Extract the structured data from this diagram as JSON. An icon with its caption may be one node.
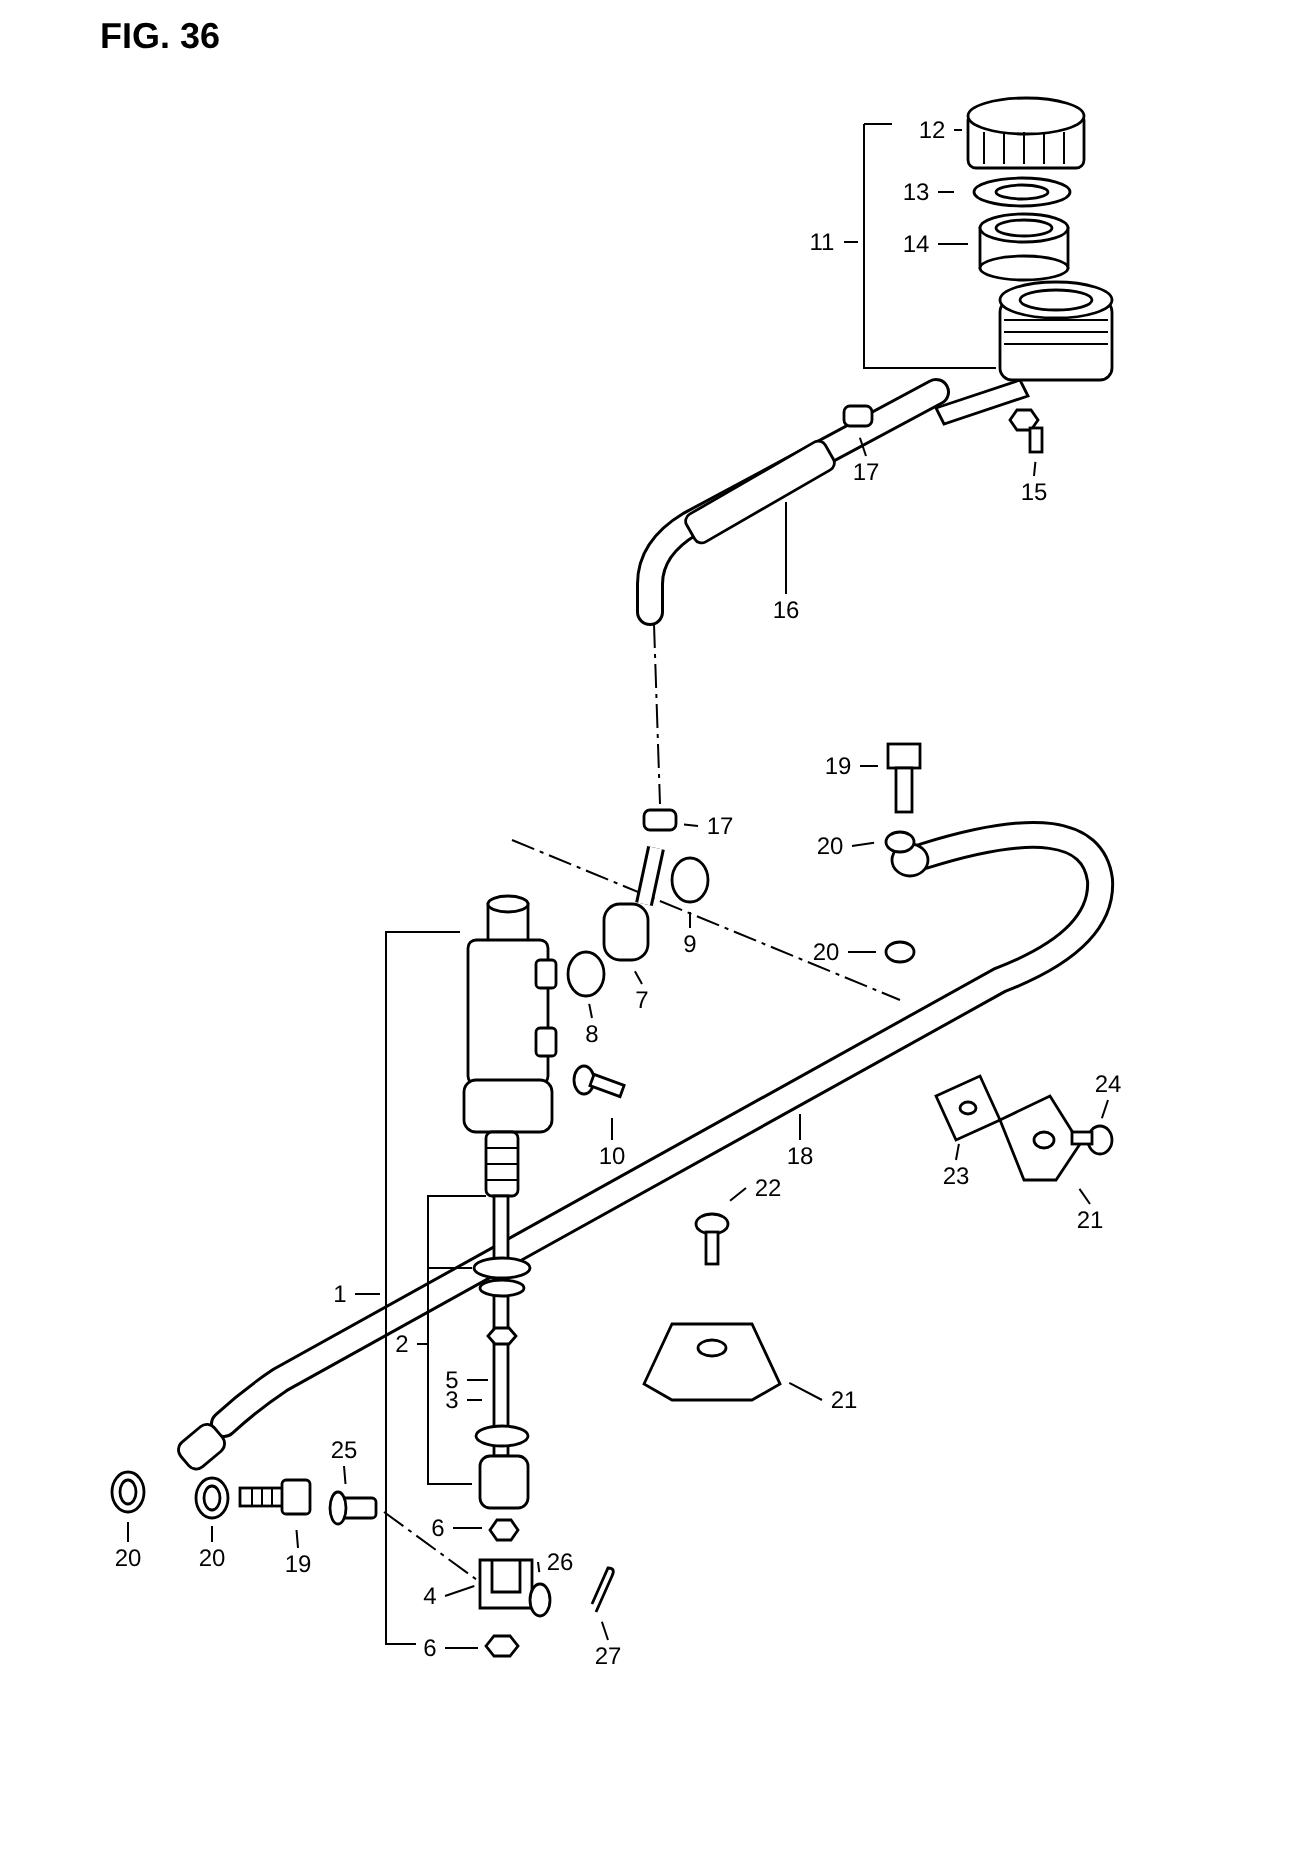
{
  "diagram": {
    "title": "FIG. 36",
    "nodes": [
      {
        "text": [
          "12"
        ]
      },
      {
        "text": [
          "13"
        ]
      },
      {
        "text": [
          "11"
        ]
      },
      {
        "text": [
          "14"
        ]
      },
      {
        "text": [
          "17"
        ]
      },
      {
        "text": [
          "15"
        ]
      },
      {
        "text": [
          "16"
        ]
      },
      {
        "text": [
          "19"
        ]
      },
      {
        "text": [
          "17"
        ]
      },
      {
        "text": [
          "20"
        ]
      },
      {
        "text": [
          "9"
        ]
      },
      {
        "text": [
          "7"
        ]
      },
      {
        "text": [
          "20"
        ]
      },
      {
        "text": [
          "8"
        ]
      },
      {
        "text": [
          "10"
        ]
      },
      {
        "text": [
          "18"
        ]
      },
      {
        "text": [
          "24"
        ]
      },
      {
        "text": [
          "23"
        ]
      },
      {
        "text": [
          "21"
        ]
      },
      {
        "text": [
          "22"
        ]
      },
      {
        "text": [
          "1"
        ]
      },
      {
        "text": [
          "21"
        ]
      },
      {
        "text": [
          "2"
        ]
      },
      {
        "text": [
          "5"
        ]
      },
      {
        "text": [
          "25"
        ]
      },
      {
        "text": [
          "3"
        ]
      },
      {
        "text": [
          "6"
        ]
      },
      {
        "text": [
          "20"
        ]
      },
      {
        "text": [
          "20"
        ]
      },
      {
        "text": [
          "19"
        ]
      },
      {
        "text": [
          "26"
        ]
      },
      {
        "text": [
          "4"
        ]
      },
      {
        "text": [
          "27"
        ]
      },
      {
        "text": [
          "6"
        ]
      }
    ],
    "edges": [
      {
        "from": 0,
        "to": null,
        "arrow": "none"
      },
      {
        "from": 1,
        "to": null,
        "arrow": "none"
      },
      {
        "from": 2,
        "to": null,
        "arrow": "none"
      },
      {
        "from": 3,
        "to": null,
        "arrow": "none"
      },
      {
        "from": 4,
        "to": null,
        "arrow": "none"
      },
      {
        "from": 5,
        "to": null,
        "arrow": "none"
      },
      {
        "from": 6,
        "to": null,
        "arrow": "none"
      },
      {
        "from": 7,
        "to": null,
        "arrow": "none"
      },
      {
        "from": 8,
        "to": null,
        "arrow": "none"
      },
      {
        "from": 9,
        "to": null,
        "arrow": "none"
      },
      {
        "from": 10,
        "to": null,
        "arrow": "none"
      },
      {
        "from": 11,
        "to": null,
        "arrow": "none"
      },
      {
        "from": 12,
        "to": null,
        "arrow": "none"
      },
      {
        "from": 13,
        "to": null,
        "arrow": "none"
      },
      {
        "from": 14,
        "to": null,
        "arrow": "none"
      },
      {
        "from": 15,
        "to": null,
        "arrow": "none"
      },
      {
        "from": 16,
        "to": null,
        "arrow": "none"
      },
      {
        "from": 17,
        "to": null,
        "arrow": "none"
      },
      {
        "from": 18,
        "to": null,
        "arrow": "none"
      },
      {
        "from": 19,
        "to": null,
        "arrow": "none"
      },
      {
        "from": 20,
        "to": null,
        "arrow": "none"
      },
      {
        "from": 21,
        "to": null,
        "arrow": "none"
      },
      {
        "from": 22,
        "to": null,
        "arrow": "none"
      },
      {
        "from": 23,
        "to": null,
        "arrow": "none"
      },
      {
        "from": 24,
        "to": null,
        "arrow": "none"
      },
      {
        "from": 25,
        "to": null,
        "arrow": "none"
      },
      {
        "from": 26,
        "to": null,
        "arrow": "none"
      },
      {
        "from": 27,
        "to": null,
        "arrow": "none"
      },
      {
        "from": 28,
        "to": null,
        "arrow": "none"
      },
      {
        "from": 29,
        "to": null,
        "arrow": "none"
      },
      {
        "from": 30,
        "to": null,
        "arrow": "none"
      },
      {
        "from": 31,
        "to": null,
        "arrow": "none"
      },
      {
        "from": 32,
        "to": null,
        "arrow": "none"
      },
      {
        "from": 33,
        "to": null,
        "arrow": "none"
      }
    ]
  }
}
